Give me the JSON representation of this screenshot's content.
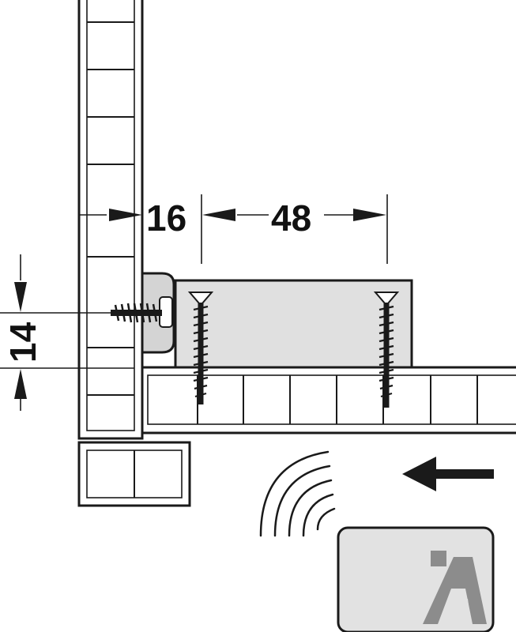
{
  "dimensions": {
    "panel_gap": {
      "value": "16"
    },
    "screw_spacing": {
      "value": "48"
    },
    "vertical_offset": {
      "value": "14"
    }
  },
  "colors": {
    "line": "#1a1a1a",
    "component_fill": "#e0e0e0",
    "card_fill": "#e2e2e2",
    "logo_fill": "#8c8c8c",
    "background": "#ffffff"
  },
  "icons": {
    "signal": "wireless-waves-icon",
    "direction": "arrow-left-icon",
    "card": "transponder-card-icon"
  }
}
